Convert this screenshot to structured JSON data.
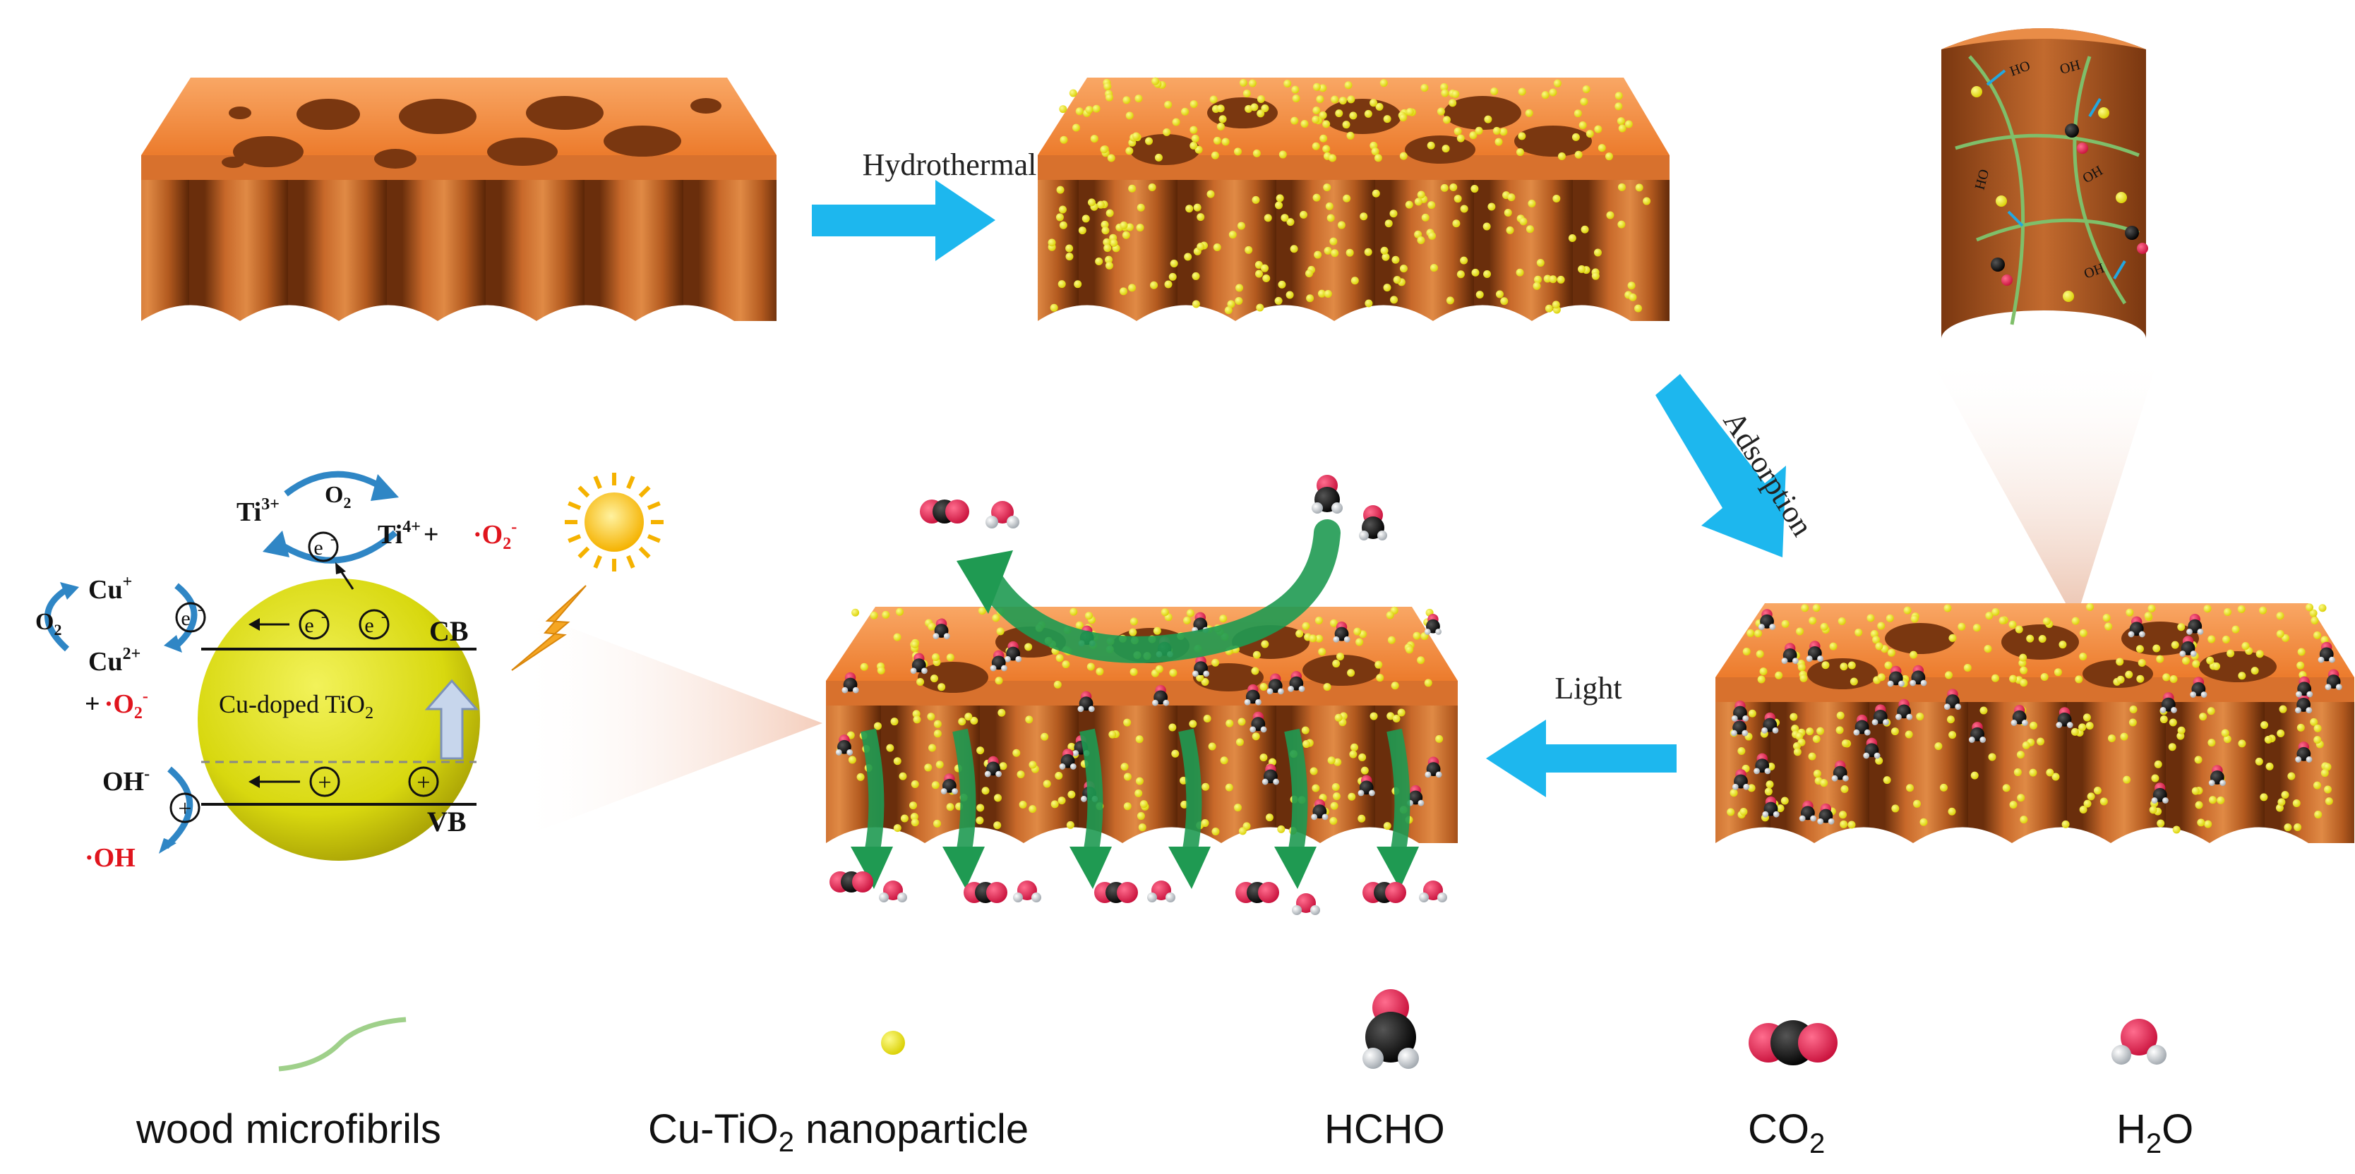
{
  "process": {
    "hydrothermal": "Hydrothermal",
    "adsorption": "Adsorption",
    "light": "Light"
  },
  "mechanism": {
    "ti3": "Ti",
    "ti3_sup": "3+",
    "o2_top": "O",
    "o2_top_sub": "2",
    "ti4": "Ti",
    "ti4_sup": "4+",
    "ti4_plus": "+",
    "o2_radical_top": "·O",
    "o2_radical_top_sub": "2",
    "o2_radical_top_sup": "-",
    "electron": "e",
    "electron_sup": "-",
    "hole": "+",
    "cu_plus": "Cu",
    "cu_plus_sup": "+",
    "o2_left": "O",
    "o2_left_sub": "2",
    "cu2_plus": "Cu",
    "cu2_plus_sup": "2+",
    "o2_radical_left_prefix": "+",
    "o2_radical_left": "·O",
    "o2_radical_left_sub": "2",
    "o2_radical_left_sup": "-",
    "cb": "CB",
    "vb": "VB",
    "sphere_label": "Cu-doped TiO",
    "sphere_label_sub": "2",
    "oh_minus": "OH",
    "oh_minus_sup": "-",
    "oh_radical": "·OH"
  },
  "fiber_labels": {
    "ho1": "HO",
    "oh1": "OH",
    "ho2": "HO",
    "oh2": "OH",
    "oh3": "OH"
  },
  "legend": [
    {
      "key": "fibril",
      "label": "wood microfibrils"
    },
    {
      "key": "nano",
      "label": "Cu-TiO",
      "sub": "2",
      "tail": " nanoparticle"
    },
    {
      "key": "hcho",
      "label": "HCHO"
    },
    {
      "key": "co2",
      "label": "CO",
      "sub": "2"
    },
    {
      "key": "h2o",
      "label": "H",
      "sub": "2",
      "tail": "O"
    }
  ],
  "colors": {
    "wood_top": "#f0883a",
    "wood_side": "#b85f22",
    "wood_dark": "#6e3410",
    "arrow_blue": "#1db7ee",
    "arrow_green": "#1f9a52",
    "nano_yellow": "#f2ea12",
    "sphere": "#d6d60e",
    "red_text": "#e0141d",
    "cycle_blue": "#2f86c5",
    "molecule_red": "#d81f4c",
    "fibril_green": "#9fd08a"
  }
}
